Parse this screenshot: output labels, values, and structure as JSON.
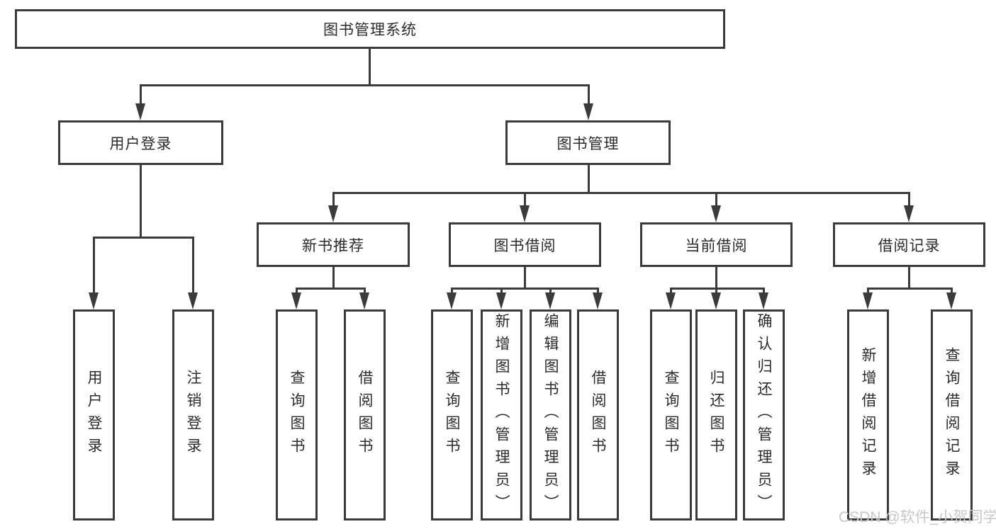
{
  "tree": {
    "root": "图书管理系统",
    "branches": {
      "user_login": "用户登录",
      "book_management": "图书管理",
      "new_book_rec": "新书推荐",
      "book_borrow": "图书借阅",
      "current_borrow": "当前借阅",
      "borrow_records": "借阅记录"
    },
    "leaves": {
      "user_login": [
        "用户登录",
        "注销登录"
      ],
      "new_book_rec": [
        "查询图书",
        "借阅图书"
      ],
      "book_borrow": [
        "查询图书",
        "新增图书（管理员）",
        "编辑图书（管理员）",
        "借阅图书"
      ],
      "current_borrow": [
        "查询图书",
        "归还图书",
        "确认归还（管理员）"
      ],
      "borrow_records": [
        "新增借阅记录",
        "查询借阅记录"
      ]
    }
  },
  "watermark": "CSDN @软件_小贺同学",
  "colors": {
    "line": "#3b3b3b",
    "text": "#2b2b2b",
    "watermark": "#c8c8c8",
    "background": "#ffffff"
  }
}
